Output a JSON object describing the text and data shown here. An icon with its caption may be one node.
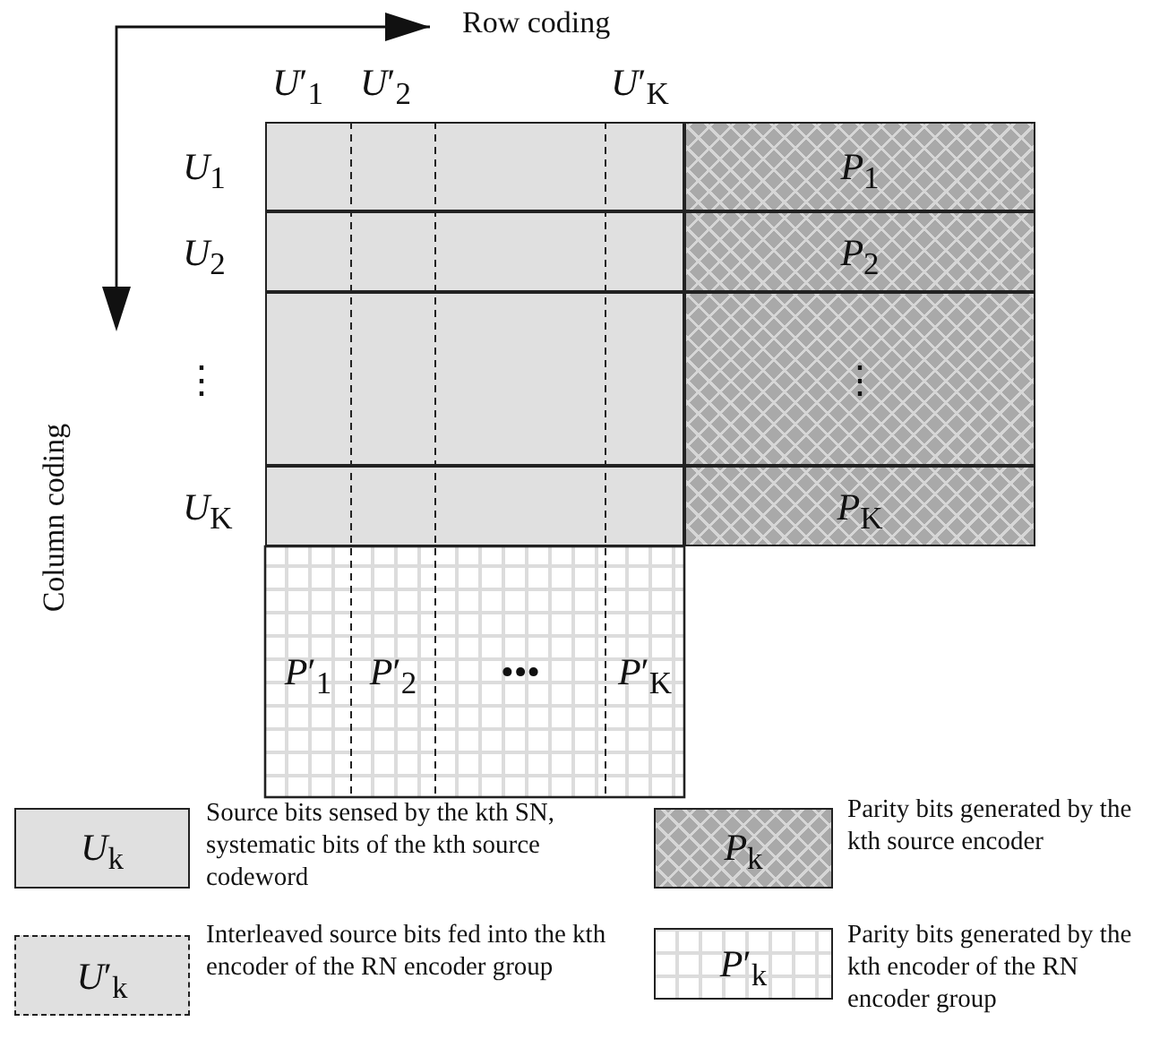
{
  "diagram": {
    "nodes": [
      {
        "text": [
          "*U*$_{1}$"
        ]
      },
      {
        "text": [
          "*U*$_{2}$"
        ]
      },
      {
        "text": [
          "⋮"
        ]
      },
      {
        "text": [
          "*U*$_{K}$"
        ]
      },
      {
        "text": [
          "*P*$_{1}$"
        ]
      },
      {
        "text": [
          "*P*$_{2}$"
        ]
      },
      {
        "text": [
          "⋮"
        ]
      },
      {
        "text": [
          "*P*$_{K}$"
        ]
      },
      {
        "text": [
          "*P*′$_{1}$"
        ]
      },
      {
        "text": [
          "*P*′$_{2}$"
        ]
      },
      {
        "text": [
          "•••"
        ]
      },
      {
        "text": [
          "*P*′$_{K}$"
        ]
      },
      {
        "text": [
          "*U*$_{k}$"
        ],
        "beside": [
          "Source bits sensed by the kth SN, systematic bits of the kth source codeword"
        ]
      },
      {
        "text": [
          "*U*′$_{k}$"
        ],
        "beside": [
          "Interleaved source bits fed into the kth encoder of the RN encoder group"
        ]
      },
      {
        "text": [
          "*P*$_{k}$"
        ],
        "beside": [
          "Parity bits generated by the kth source encoder"
        ]
      },
      {
        "text": [
          "*P*′$_{k}$"
        ],
        "beside": [
          "Parity bits generated by the kth encoder of the RN encoder group"
        ]
      }
    ],
    "labels": [
      "Row coding",
      "*U*′$_{1}$",
      "*U*′$_{2}$",
      "*U*′$_{K}$",
      "Column coding"
    ]
  }
}
